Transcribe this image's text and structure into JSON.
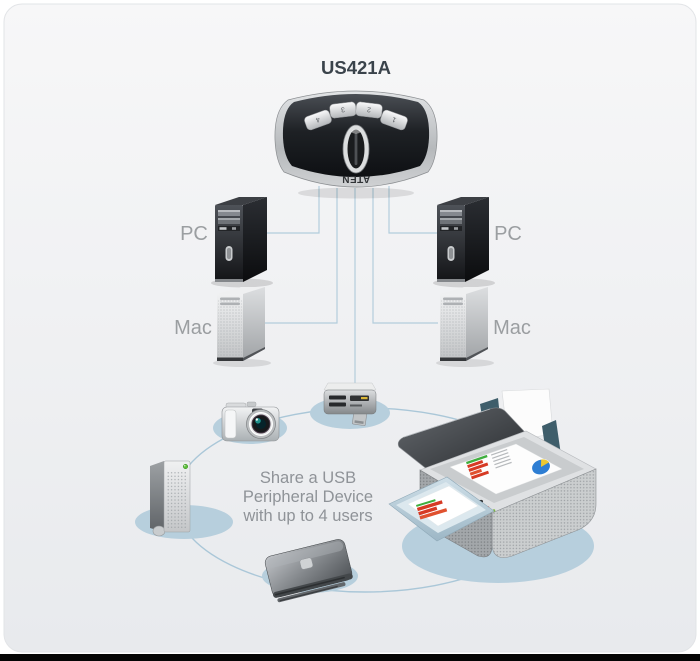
{
  "page": {
    "background": "#ffffff",
    "panel_top": "#f7f7f8",
    "panel_bottom": "#e8eaed",
    "bottom_bar": "#050505"
  },
  "diagram": {
    "title": "US421A",
    "switch_device": {
      "brand": "ATEN",
      "port_buttons": [
        "4",
        "3",
        "2",
        "1"
      ]
    },
    "computer_labels": {
      "pc_left": "PC",
      "pc_right": "PC",
      "mac_left": "Mac",
      "mac_right": "Mac"
    },
    "tagline": {
      "line1": "Share a USB",
      "line2": "Peripheral Device",
      "line3": "with up to 4 users"
    },
    "peripherals": [
      "usb-card-reader",
      "digital-camera",
      "external-hard-drive",
      "portable-disk-drive",
      "multifunction-printer"
    ],
    "colors": {
      "connection_line": "#b3cddc",
      "circle_ring": "#aac7d8",
      "shadow_ellipse": "#b7cfdd",
      "label_text": "#9b9ea1",
      "tagline_text": "#8f9398",
      "title_text": "#3a434b"
    }
  }
}
